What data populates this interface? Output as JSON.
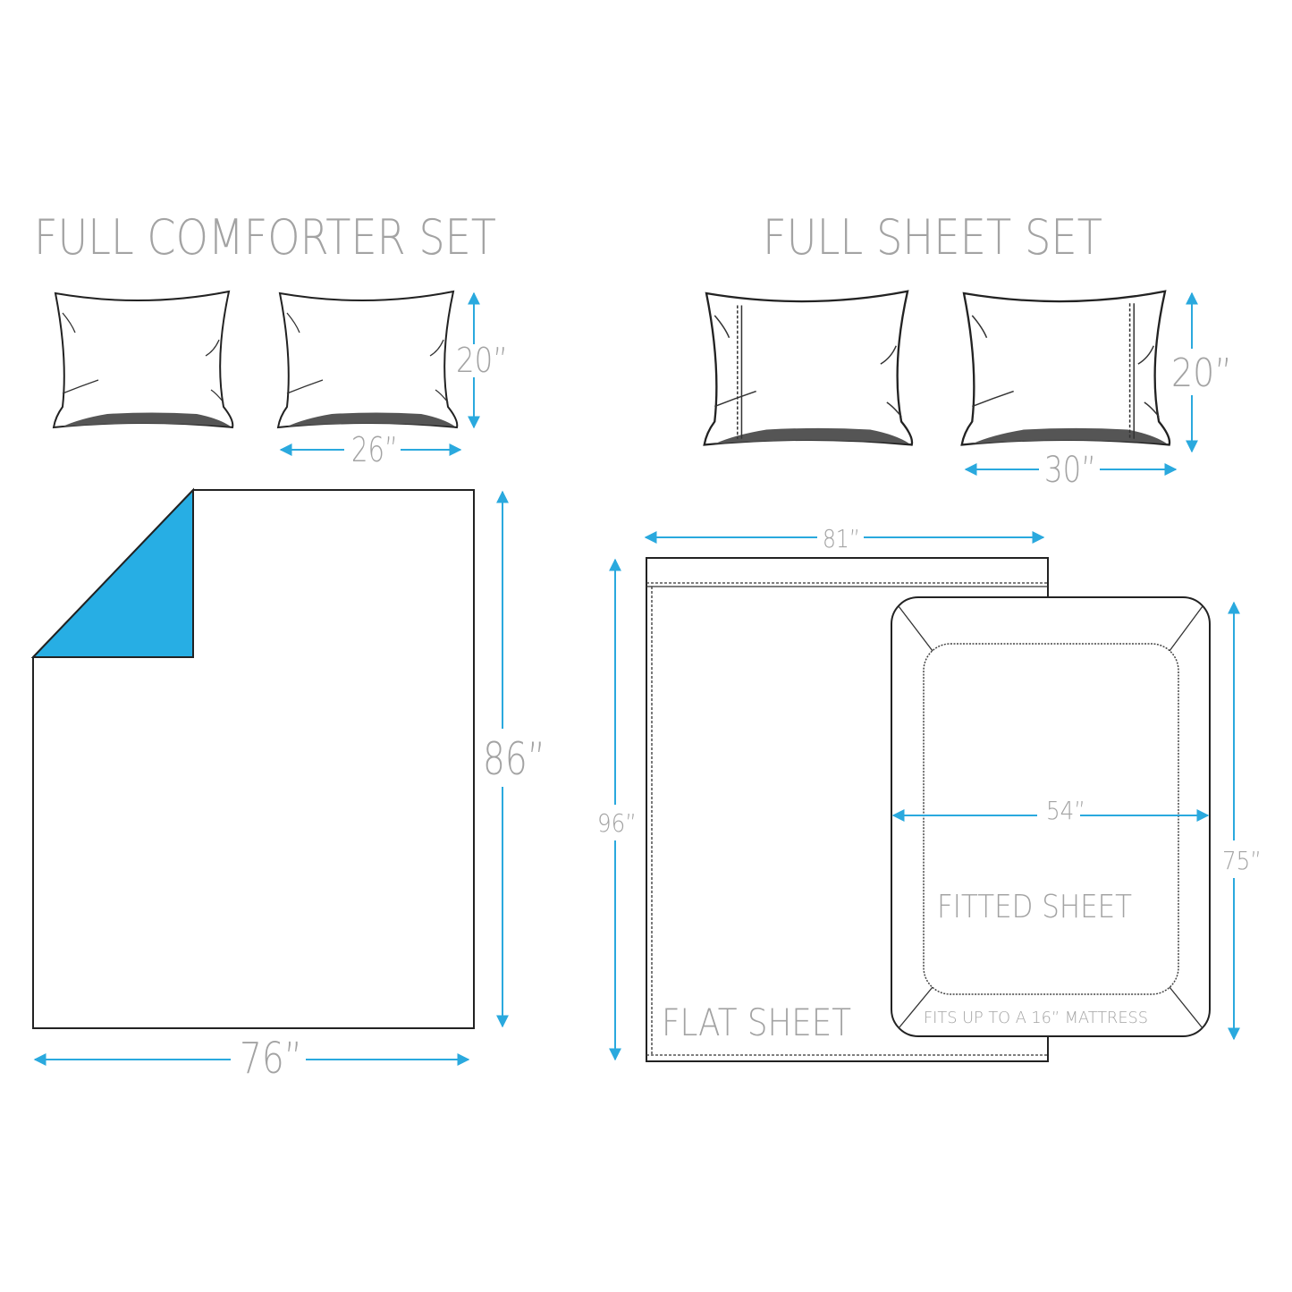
{
  "comforter_set": {
    "title": "FULL COMFORTER SET",
    "pillow_height": "20”",
    "pillow_width": "26”",
    "comforter_height": "86”",
    "comforter_width": "76”",
    "accent_color": "#27aee4"
  },
  "sheet_set": {
    "title": "FULL SHEET SET",
    "pillow_height": "20”",
    "pillow_width": "30”",
    "flat_sheet": {
      "label": "FLAT SHEET",
      "width": "81”",
      "height": "96”"
    },
    "fitted_sheet": {
      "label": "FITTED SHEET",
      "width": "54”",
      "height": "75”",
      "note": "FITS UP TO A 16” MATTRESS"
    }
  },
  "colors": {
    "arrow": "#2aa9de",
    "text": "#a3a3a3",
    "outline": "#222222"
  }
}
